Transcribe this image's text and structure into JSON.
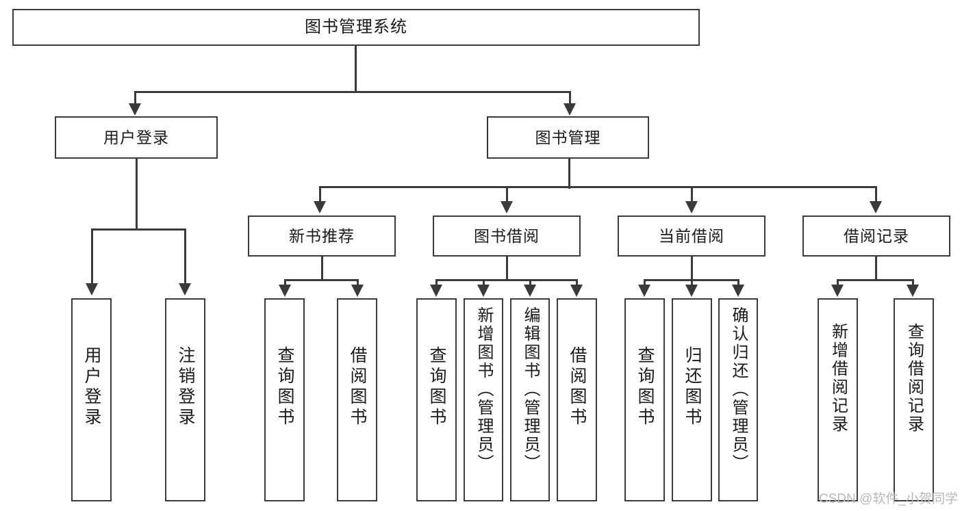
{
  "diagram": {
    "title": "图书管理系统",
    "type": "hierarchy-tree",
    "watermark": "CSDN @软件_小贺同学",
    "colors": {
      "line": "#3a3a3a",
      "box_fill": "#ffffff",
      "text": "#1a1a1a",
      "watermark": "#b9b9b9"
    },
    "levels": {
      "root": {
        "label": "图书管理系统"
      },
      "level2": [
        {
          "label": "用户登录"
        },
        {
          "label": "图书管理"
        }
      ],
      "level3": [
        {
          "label": "新书推荐"
        },
        {
          "label": "图书借阅"
        },
        {
          "label": "当前借阅"
        },
        {
          "label": "借阅记录"
        }
      ],
      "leaves": {
        "user_login": [
          {
            "label": "用户登录"
          },
          {
            "label": "注销登录"
          }
        ],
        "new_book_recommend": [
          {
            "label": "查询图书"
          },
          {
            "label": "借阅图书"
          }
        ],
        "book_borrow": [
          {
            "label": "查询图书"
          },
          {
            "label": "新增图书（管理员）"
          },
          {
            "label": "编辑图书（管理员）"
          },
          {
            "label": "借阅图书"
          }
        ],
        "current_borrow": [
          {
            "label": "查询图书"
          },
          {
            "label": "归还图书"
          },
          {
            "label": "确认归还（管理员）"
          }
        ],
        "borrow_records": [
          {
            "label": "新增借阅记录"
          },
          {
            "label": "查询借阅记录"
          }
        ]
      }
    }
  }
}
